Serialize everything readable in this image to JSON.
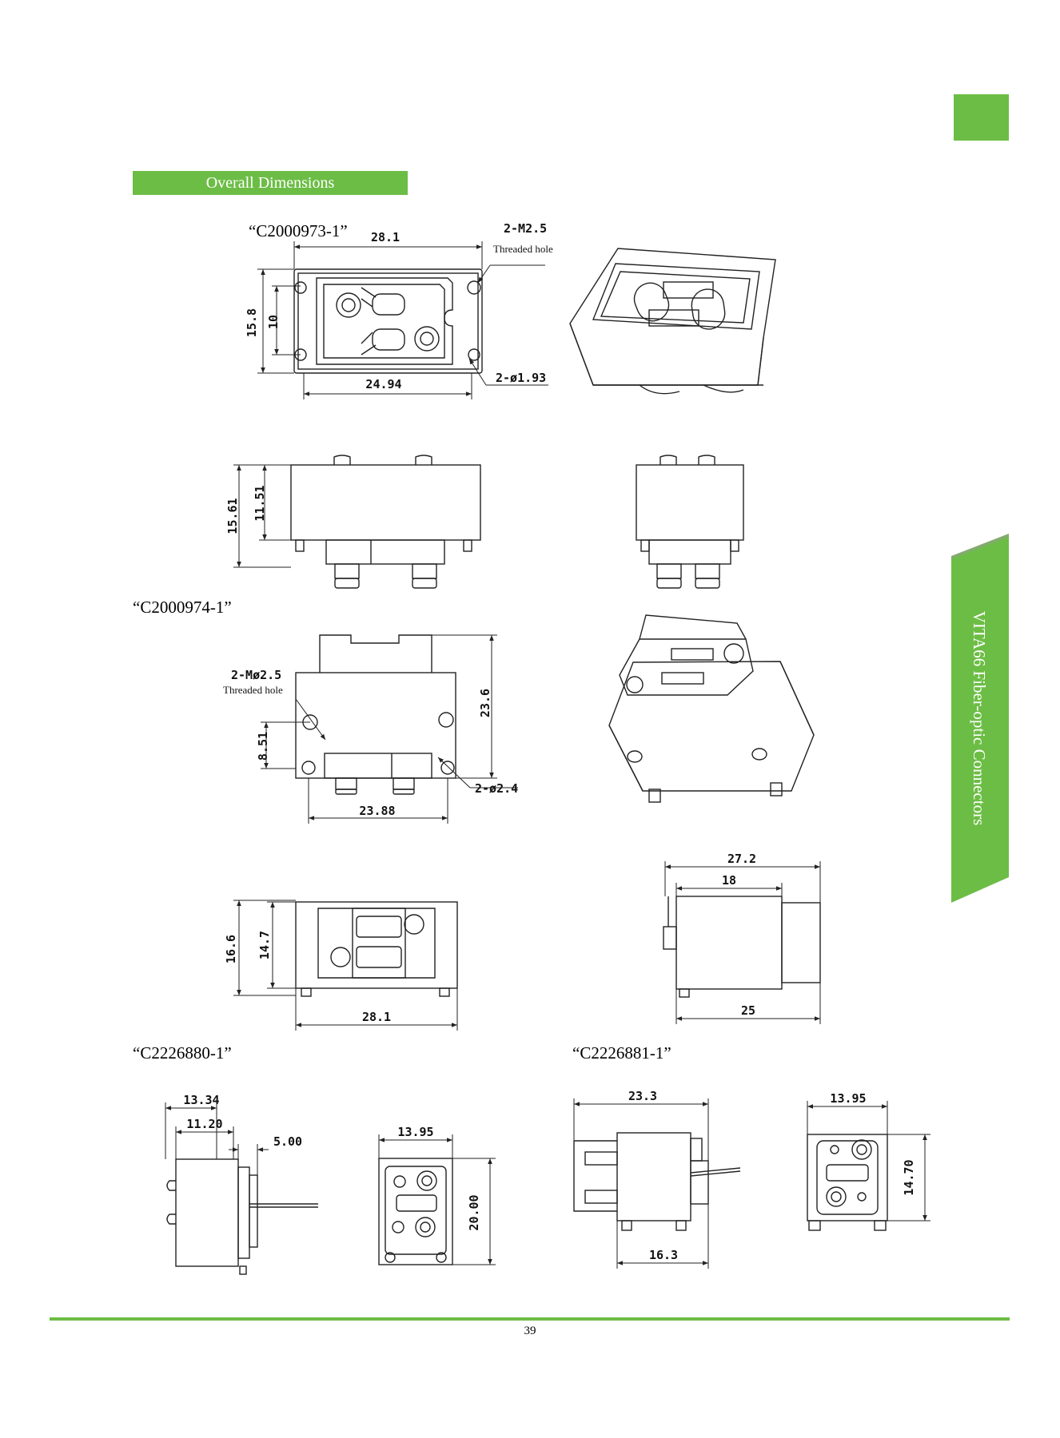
{
  "header": {
    "section_title": "Overall Dimensions"
  },
  "sidebar": {
    "label": "VITA66  Fiber-optic Connectors"
  },
  "parts": [
    {
      "id": "C2000973-1",
      "label": "“C2000973-1”"
    },
    {
      "id": "C2000974-1",
      "label": "“C2000974-1”"
    },
    {
      "id": "C2226880-1",
      "label": "“C2226880-1”"
    },
    {
      "id": "C2226881-1",
      "label": "“C2226881-1”"
    }
  ],
  "drawings": {
    "c2000973_top": {
      "width": "28.1",
      "bottom_width": "24.94",
      "height_outer": "15.8",
      "height_inner": "10",
      "hole_callout": "2-M2.5",
      "hole_note": "Threaded hole",
      "dia_callout": "2-ø1.93"
    },
    "c2000973_side": {
      "height_outer": "15.61",
      "height_inner": "11.51"
    },
    "c2000974_front": {
      "hole_callout": "2-Mø2.5",
      "hole_note": "Threaded hole",
      "height": "23.6",
      "hole_height": "8.51",
      "dia_callout": "2-ø2.4",
      "width": "23.88"
    },
    "c2000974_bottom": {
      "height_outer": "16.6",
      "height_inner": "14.7",
      "width": "28.1"
    },
    "c2000974_side": {
      "width_outer": "27.2",
      "width_inner": "18",
      "width_bottom": "25"
    },
    "c2226880_side": {
      "w1": "13.34",
      "w2": "11.20",
      "w3": "5.00"
    },
    "c2226880_front": {
      "width": "13.95",
      "height": "20.00"
    },
    "c2226881_side": {
      "width_top": "23.3",
      "width_bottom": "16.3"
    },
    "c2226881_front": {
      "width": "13.95",
      "height": "14.70"
    }
  },
  "footer": {
    "page_number": "39"
  },
  "colors": {
    "accent": "#6cbd45",
    "line": "#222222"
  }
}
